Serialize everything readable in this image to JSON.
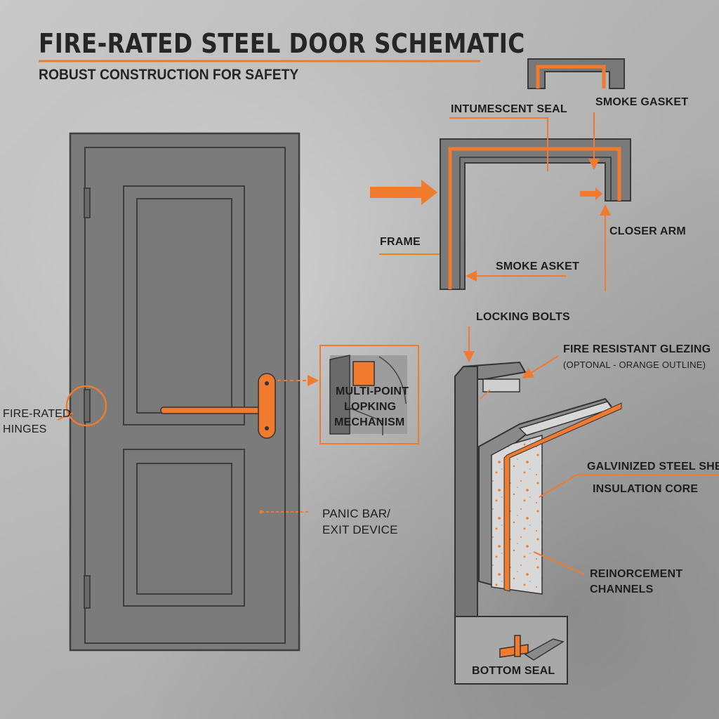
{
  "header": {
    "title": "FIRE-RATED STEEL DOOR SCHEMATIC",
    "subtitle": "ROBUST CONSTRUCTION FOR SAFETY"
  },
  "labels": {
    "intumescent_seal": "INTUMESCENT SEAL",
    "smoke_gasket_top": "SMOKE GASKET",
    "frame": "FRAME",
    "closer_arm": "CLOSER ARM",
    "smoke_asket": "SMOKE ASKET",
    "locking_bolts": "LOCKING BOLTS",
    "fire_resistant_glazing": "FIRE RESISTANT GLEZING",
    "glazing_note": "(OPTONAL - ORANGE OUTLINE)",
    "multi_point_line1": "MULTI-POINT",
    "multi_point_line2": "LOPKING",
    "multi_point_line3": "MECHANISM",
    "fire_rated_hinges_line1": "FIRE-RATED",
    "fire_rated_hinges_line2": "HINGES",
    "panic_bar_line1": "PANIC BAR/",
    "panic_bar_line2": "EXIT DEVICE",
    "galvanized_sheets": "GALVINIZED STEEL SHEETS",
    "insulation_core": "INSULATION CORE",
    "reinforcement_line1": "REINORCEMENT",
    "reinforcement_line2": "CHANNELS",
    "bottom_seal": "BOTTOM SEAL"
  },
  "colors": {
    "accent": "#f07a2e",
    "door_steel": "#7c7c7c",
    "outline": "#3c3c3c",
    "text": "#1e1e1e"
  }
}
